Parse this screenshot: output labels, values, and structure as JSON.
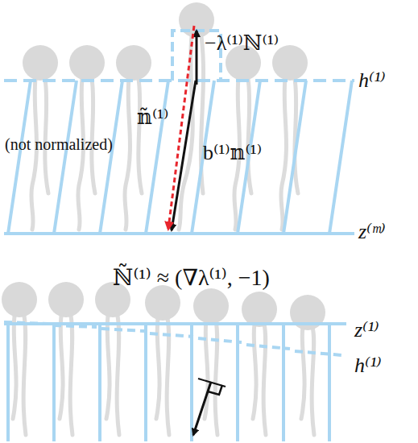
{
  "diagram": {
    "labels": [
      "−λ⁽¹⁾ℕ⁽¹⁾",
      "h⁽¹⁾",
      "𝕟̃⁽¹⁾",
      "(not normalized)",
      "b⁽¹⁾𝕟⁽¹⁾",
      "z⁽ᵐ⁾",
      "ℕ̃⁽¹⁾ ≈ (∇λ⁽¹⁾, −1)",
      "z⁽¹⁾",
      "h⁽¹⁾"
    ]
  }
}
